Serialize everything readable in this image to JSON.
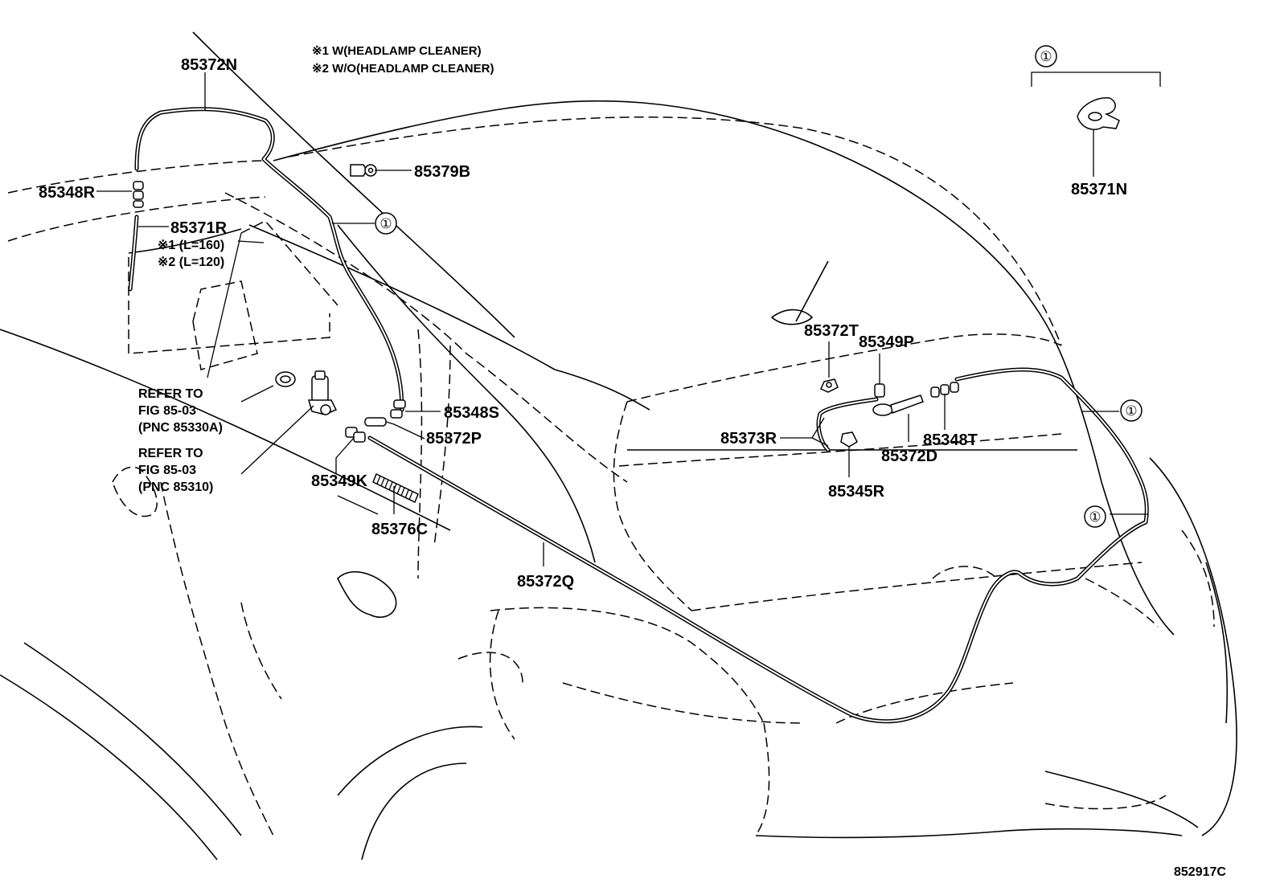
{
  "notes": {
    "note1": "※1 W(HEADLAMP CLEANER)",
    "note2": "※2 W/O(HEADLAMP CLEANER)"
  },
  "detail_callout": {
    "marker": "①",
    "part": "85371N"
  },
  "callout_marker": "①",
  "parts": {
    "p85372N": "85372N",
    "p85379B": "85379B",
    "p85348R": "85348R",
    "p85371R": "85371R",
    "p85371R_note1": "※1 (L=160)",
    "p85371R_note2": "※2 (L=120)",
    "p85348S": "85348S",
    "p85372P": "85372P",
    "p85349K": "85349K",
    "p85376C": "85376C",
    "p85372Q": "85372Q",
    "p85372T": "85372T",
    "p85349P": "85349P",
    "p85373R": "85373R",
    "p85345R": "85345R",
    "p85372D": "85372D",
    "p85348T": "85348T"
  },
  "refs": {
    "ref1_line1": "REFER TO",
    "ref1_line2": "FIG 85-03",
    "ref1_line3": "(PNC 85330A)",
    "ref2_line1": "REFER TO",
    "ref2_line2": "FIG 85-03",
    "ref2_line3": "(PNC 85310)"
  },
  "figure_id": "852917C"
}
